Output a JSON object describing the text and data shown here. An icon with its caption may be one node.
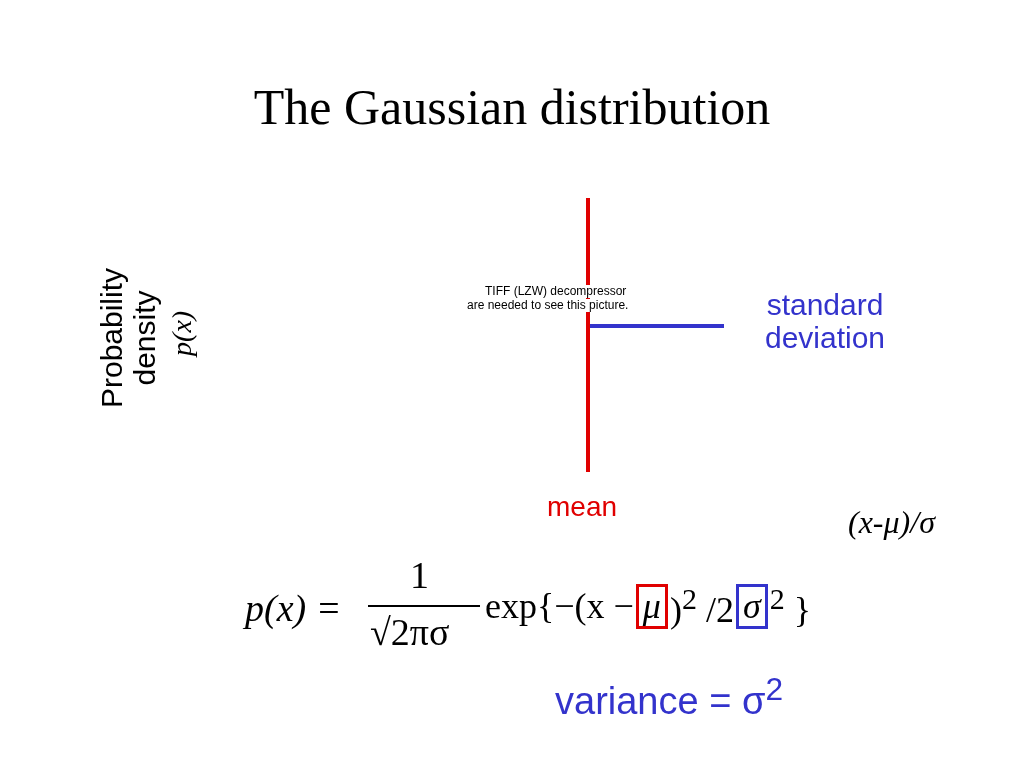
{
  "diagram": {
    "title": "The Gaussian distribution",
    "labels": [
      "Probability density",
      "p(x)",
      "TIFF (LZW) decompressor",
      "are needed to see this picture.",
      "standard deviation",
      "mean",
      "(x-μ)/σ",
      "p(x) =",
      "1",
      "√2πσ",
      "exp{−(x −",
      "μ",
      ")$^{2}$ /2",
      "σ",
      "$^{2}$ }",
      "variance = σ$^{2}$"
    ]
  }
}
